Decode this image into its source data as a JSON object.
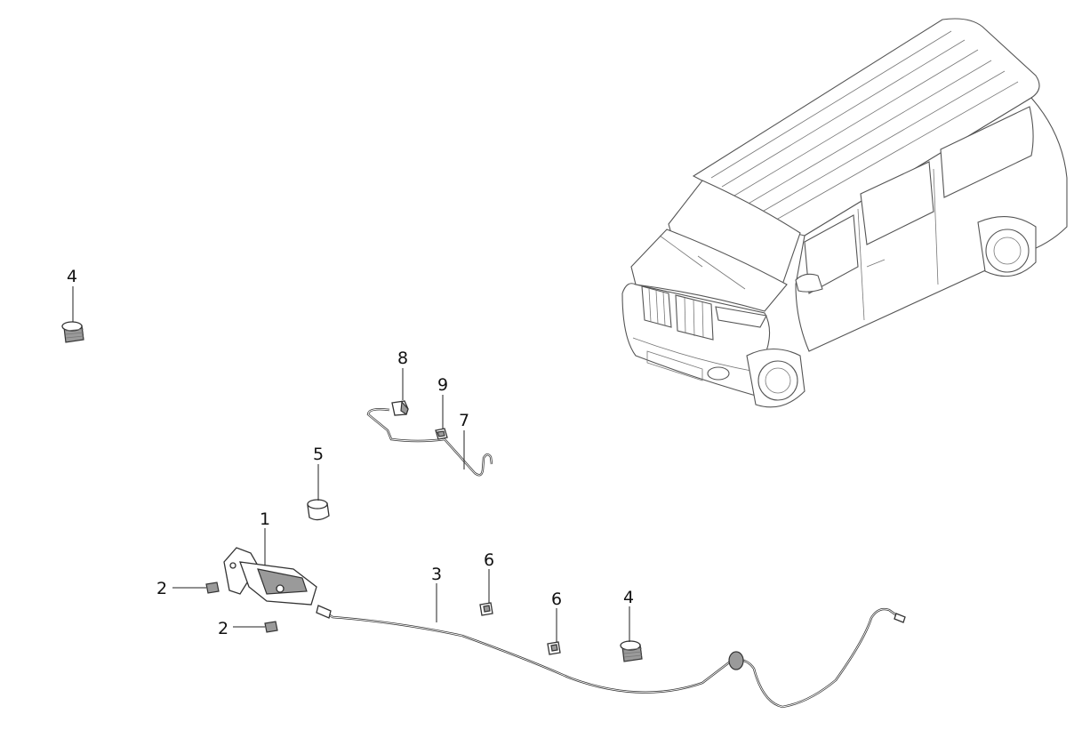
{
  "callouts": [
    {
      "id": "c-4a",
      "label": "4"
    },
    {
      "id": "c-8",
      "label": "8"
    },
    {
      "id": "c-9",
      "label": "9"
    },
    {
      "id": "c-7",
      "label": "7"
    },
    {
      "id": "c-5",
      "label": "5"
    },
    {
      "id": "c-1",
      "label": "1"
    },
    {
      "id": "c-2a",
      "label": "2"
    },
    {
      "id": "c-2b",
      "label": "2"
    },
    {
      "id": "c-3",
      "label": "3"
    },
    {
      "id": "c-6a",
      "label": "6"
    },
    {
      "id": "c-6b",
      "label": "6"
    },
    {
      "id": "c-4b",
      "label": "4"
    }
  ]
}
